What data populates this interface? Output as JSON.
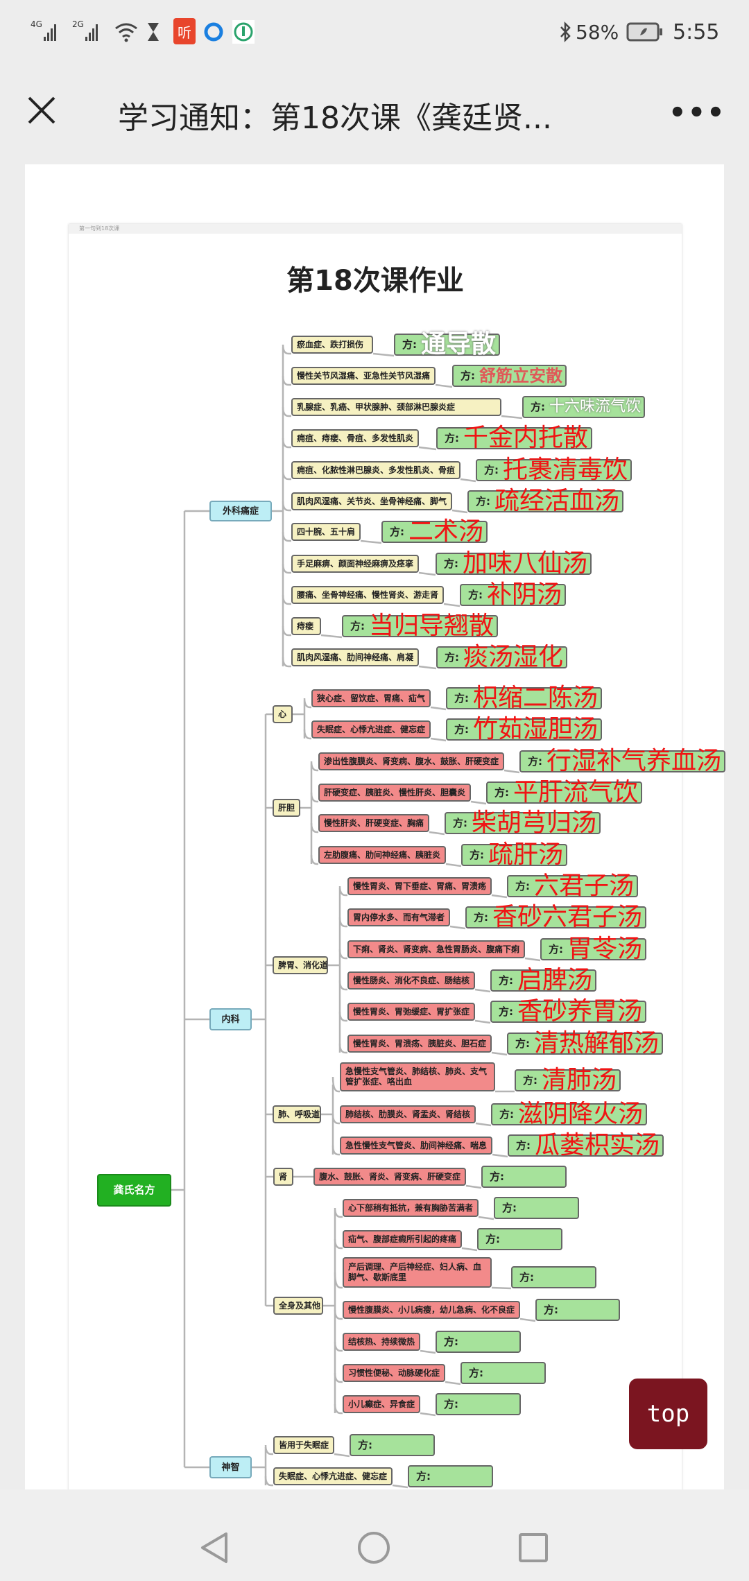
{
  "status_bar": {
    "network1": "4G",
    "network2": "2G",
    "app_icon_label": "听",
    "battery": "58%",
    "time": "5:55"
  },
  "header": {
    "title": "学习通知：第18次课《龚廷贤...",
    "more": "•••"
  },
  "document": {
    "caption": "第一句到18次课",
    "title": "第18次课作业"
  },
  "mindmap": {
    "root": "龚氏名方",
    "fang_label": "方:",
    "surgery": {
      "label": "外科痛症",
      "rows": [
        {
          "disease": "瘀血症、跌打损伤",
          "annotation": "通导散"
        },
        {
          "disease": "慢性关节风湿痛、亚急性关节风湿痛",
          "annotation": "舒筋立安散"
        },
        {
          "disease": "乳腺症、乳癌、甲状腺肿、颈部淋巴腺炎症",
          "annotation": "十六味流气饮"
        },
        {
          "disease": "痈疽、痔瘘、骨疽、多发性肌炎",
          "annotation": "千金内托散"
        },
        {
          "disease": "痈疽、化脓性淋巴腺炎、多发性肌炎、骨疽",
          "annotation": "托裹清毒饮"
        },
        {
          "disease": "肌肉风湿痛、关节炎、坐骨神经痛、脚气",
          "annotation": "疏经活血汤"
        },
        {
          "disease": "四十腕、五十肩",
          "annotation": "二术汤"
        },
        {
          "disease": "手足麻痹、颜面神经麻痹及痉挛",
          "annotation": "加味八仙汤"
        },
        {
          "disease": "腰痛、坐骨神经痛、慢性肾炎、游走肾",
          "annotation": "补阴汤"
        },
        {
          "disease": "痔瘘",
          "annotation": "当归导翘散"
        },
        {
          "disease": "肌肉风湿痛、肋间神经痛、肩凝",
          "annotation": "痰汤湿化"
        }
      ]
    },
    "neike": {
      "label": "内科",
      "groups": [
        {
          "label": "心",
          "rows": [
            {
              "disease": "狭心症、留饮症、胃痛、疝气",
              "annotation": "枳缩二陈汤"
            },
            {
              "disease": "失眠症、心悸亢进症、健忘症",
              "annotation": "竹茹湿胆汤"
            }
          ]
        },
        {
          "label": "肝胆",
          "rows": [
            {
              "disease": "渗出性腹膜炎、肾变病、腹水、鼓胀、肝硬变症",
              "annotation": "行湿补气养血汤"
            },
            {
              "disease": "肝硬变症、胰脏炎、慢性肝炎、胆囊炎",
              "annotation": "平肝流气饮"
            },
            {
              "disease": "慢性肝炎、肝硬变症、胸痛",
              "annotation": "柴胡芎归汤"
            },
            {
              "disease": "左肋腹痛、肋间神经痛、胰脏炎",
              "annotation": "疏肝汤"
            }
          ]
        },
        {
          "label": "脾胃、消化道",
          "rows": [
            {
              "disease": "慢性胃炎、胃下垂症、胃痛、胃溃疡",
              "annotation": "六君子汤"
            },
            {
              "disease": "胃内停水多、而有气滞者",
              "annotation": "香砂六君子汤"
            },
            {
              "disease": "下痢、肾炎、肾变病、急性胃肠炎、腹痛下痢",
              "annotation": "胃苓汤"
            },
            {
              "disease": "慢性肠炎、消化不良症、肠结核",
              "annotation": "启脾汤"
            },
            {
              "disease": "慢性胃炎、胃弛缓症、胃扩张症",
              "annotation": "香砂养胃汤"
            },
            {
              "disease": "慢性胃炎、胃溃疡、胰脏炎、胆石症",
              "annotation": "清热解郁汤"
            }
          ]
        },
        {
          "label": "肺、呼吸道",
          "rows": [
            {
              "disease": "急慢性支气管炎、肺结核、肺炎、支气管扩张症、咯出血",
              "annotation": "清肺汤"
            },
            {
              "disease": "肺结核、肋膜炎、肾盂炎、肾结核",
              "annotation": "滋阴降火汤"
            },
            {
              "disease": "急性慢性支气管炎、肋间神经痛、喘息",
              "annotation": "瓜蒌枳实汤"
            }
          ]
        },
        {
          "label": "肾",
          "rows": [
            {
              "disease": "腹水、鼓胀、肾炎、肾变病、肝硬变症"
            }
          ]
        },
        {
          "label": "全身及其他",
          "rows": [
            {
              "disease": "心下部稍有抵抗，兼有胸胁苦满者"
            },
            {
              "disease": "疝气、腹部症瘕所引起的疼痛"
            },
            {
              "disease": "产后调理、产后神经症、妇人病、血脚气、歇斯底里"
            },
            {
              "disease": "慢性腹膜炎、小儿病瘦，幼儿急病、化不良症"
            },
            {
              "disease": "结核热、持续微热"
            },
            {
              "disease": "习惯性便秘、动脉硬化症"
            },
            {
              "disease": "小儿癫症、异食症"
            }
          ]
        }
      ]
    },
    "shenzhi": {
      "label": "神智",
      "rows": [
        {
          "disease": "皆用于失眠症"
        },
        {
          "disease": "失眠症、心悸亢进症、健忘症"
        }
      ]
    }
  },
  "top_button": {
    "label": "top"
  },
  "colors": {
    "annotation": "#f01414",
    "root": "#22b022",
    "fang": "#a6e29b",
    "disease_red": "#f28a8a",
    "disease_yellow": "#f6f1c2",
    "top_button": "#7b1520"
  }
}
